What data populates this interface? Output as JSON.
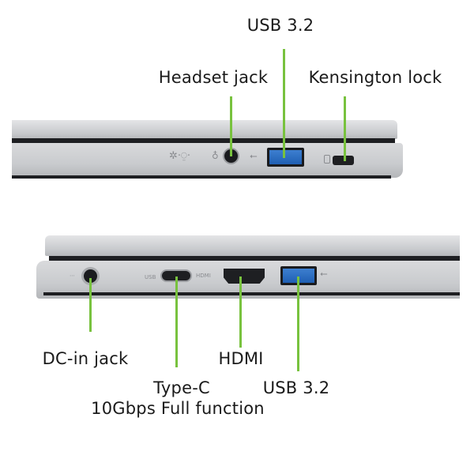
{
  "top_view": {
    "labels": {
      "usb": "USB 3.2",
      "headset": "Headset jack",
      "kensington": "Kensington lock"
    }
  },
  "bottom_view": {
    "labels": {
      "dc_in": "DC-in jack",
      "hdmi": "HDMI",
      "type_c": "Type-C",
      "type_c_detail": "10Gbps Full function",
      "usb": "USB 3.2"
    },
    "port_markings": {
      "hdmi": "HDMI",
      "usb_c": "USB"
    }
  },
  "colors": {
    "callout_line": "#78c23e",
    "usb_port": "#2a6cc0"
  }
}
